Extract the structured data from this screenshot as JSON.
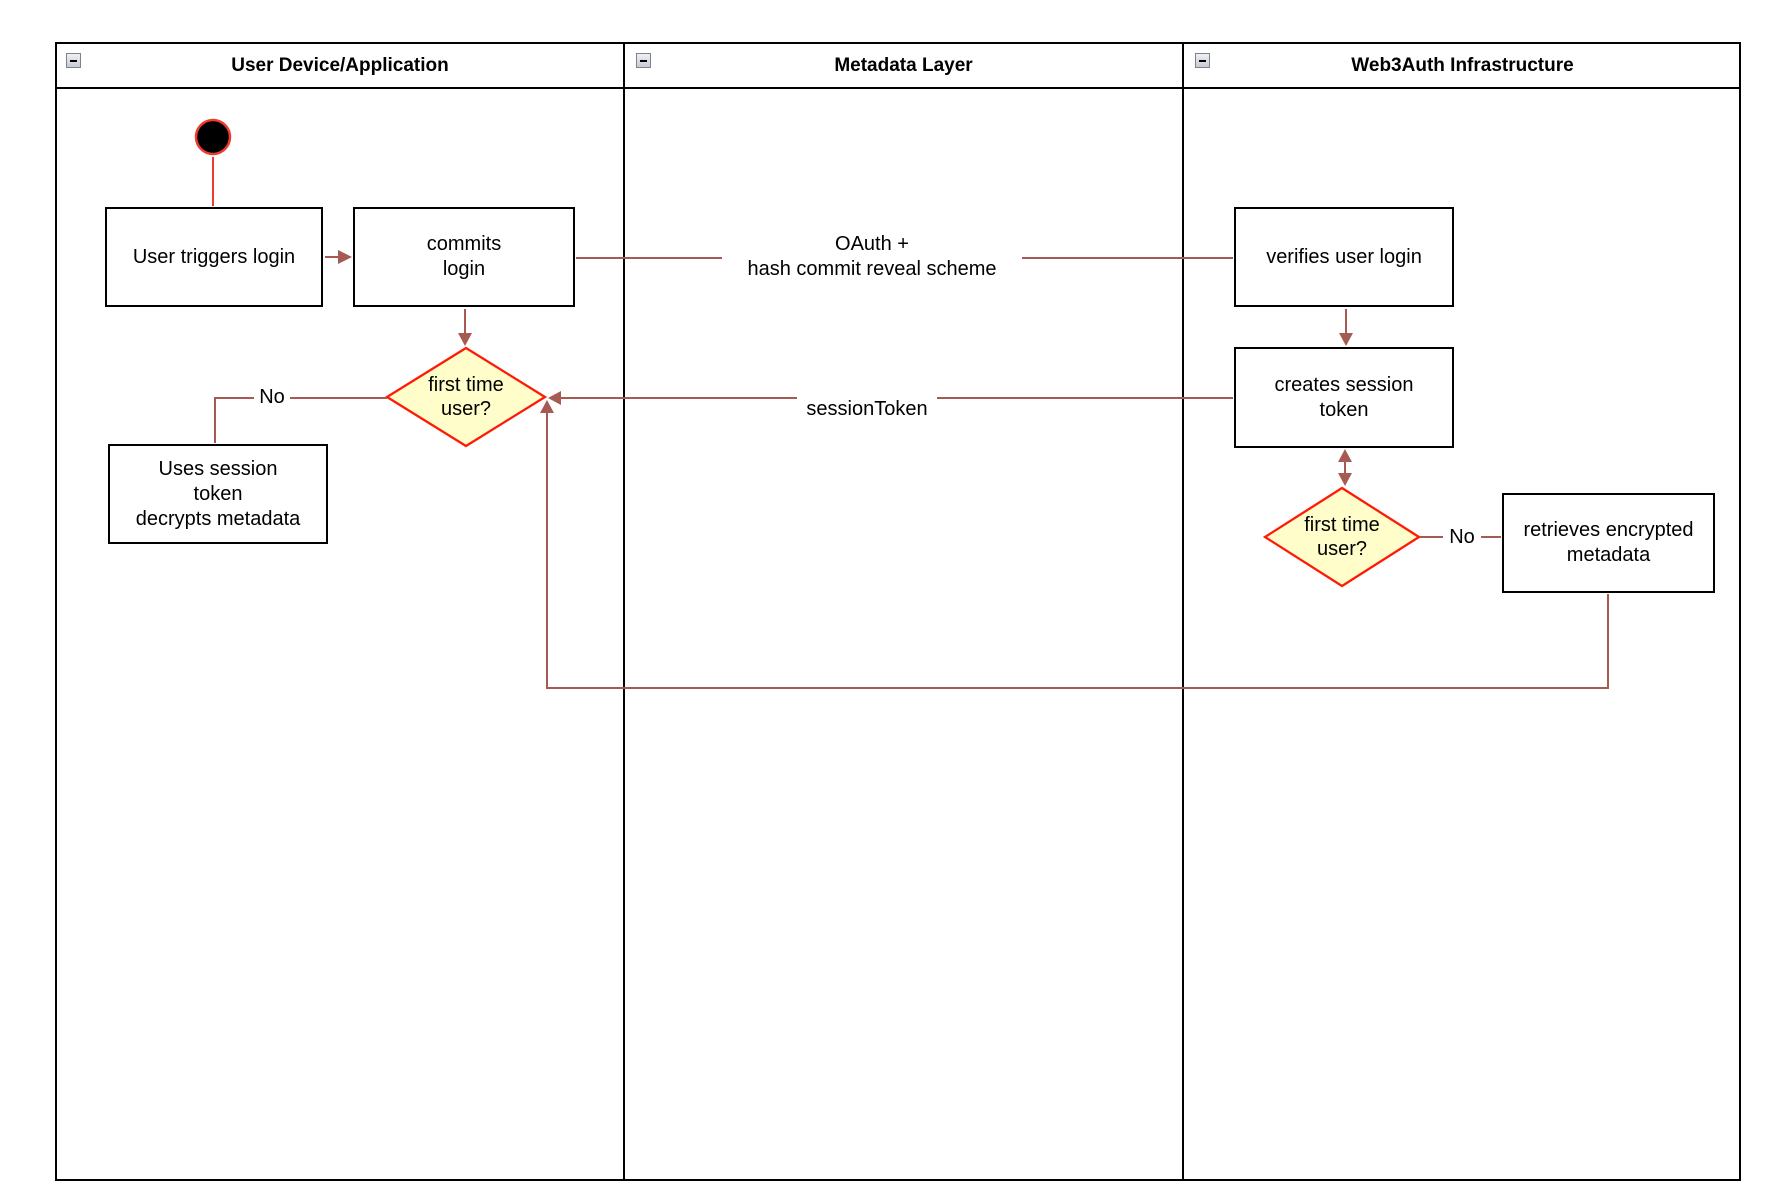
{
  "lanes": [
    {
      "title": "User Device/Application"
    },
    {
      "title": "Metadata Layer"
    },
    {
      "title": "Web3Auth Infrastructure"
    }
  ],
  "nodes": {
    "user_triggers_login": {
      "label": "User triggers login"
    },
    "commits_login": {
      "label": "commits\nlogin"
    },
    "first_time_user_device": {
      "label": "first time\nuser?"
    },
    "uses_session_token": {
      "label": "Uses session\ntoken\ndecrypts metadata"
    },
    "verifies_user_login": {
      "label": "verifies user login"
    },
    "creates_session_token": {
      "label": "creates session\ntoken"
    },
    "first_time_user_infra": {
      "label": "first time\nuser?"
    },
    "retrieves_encrypted_metadata": {
      "label": "retrieves encrypted\nmetadata"
    }
  },
  "edges": {
    "oauth_commit": {
      "label": "OAuth +\nhash commit reveal scheme"
    },
    "session_token": {
      "label": "sessionToken"
    },
    "no_device": {
      "label": "No"
    },
    "no_infra": {
      "label": "No"
    }
  },
  "colors": {
    "connector": "#A65B52",
    "decision_fill": "#FFFDC9",
    "decision_border": "#FF1A05",
    "start_node_fill": "#000000",
    "start_node_stroke": "#F03C2D"
  }
}
